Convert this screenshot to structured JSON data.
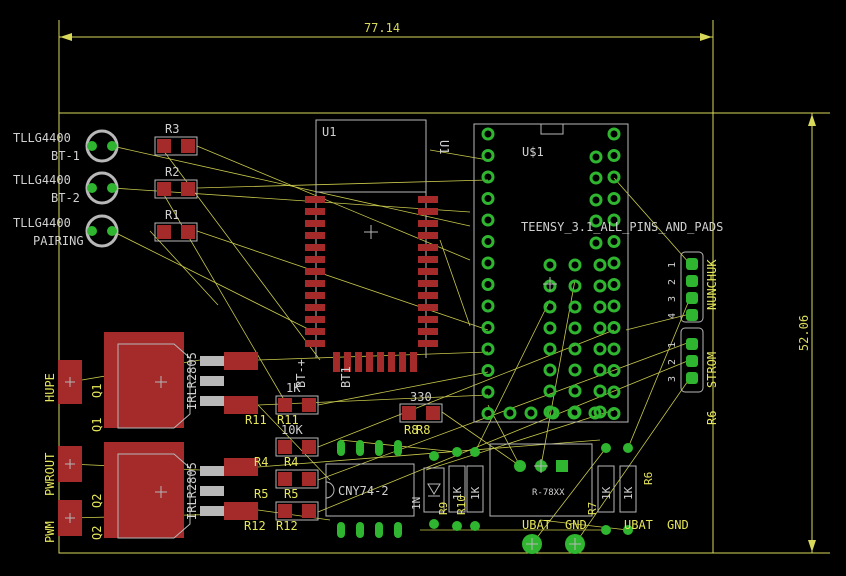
{
  "dimensions": {
    "width_label": "77.14",
    "height_label": "52.06"
  },
  "colors": {
    "background": "#000000",
    "outline": "#d8d85a",
    "airwire": "#c8c84c",
    "pad": "#2fb52f",
    "smd": "#a52a2a",
    "silk": "#b8b8b8",
    "label": "#d0d0d0",
    "name": "#e6e65a"
  },
  "leds": [
    {
      "value": "TLLG4400",
      "name": "BT-1"
    },
    {
      "value": "TLLG4400",
      "name": "BT-2"
    },
    {
      "value": "TLLG4400",
      "name": "PAIRING"
    }
  ],
  "resistors_top": [
    {
      "name": "R3"
    },
    {
      "name": "R2"
    },
    {
      "name": "R1"
    }
  ],
  "u1": {
    "name": "U1",
    "side_label": "U1",
    "bt_label": "BT-+",
    "bt_label2": "BT1"
  },
  "teensy": {
    "name": "U$1",
    "value": "TEENSY_3.1_ALL_PINS_AND_PADS"
  },
  "connectors": [
    {
      "name": "NUNCHUK",
      "pins": [
        "1",
        "2",
        "3",
        "4"
      ]
    },
    {
      "name": "STROM",
      "pins": [
        "1",
        "2",
        "3"
      ]
    }
  ],
  "mosfets": [
    {
      "name": "Q1",
      "value": "IRLR2805"
    },
    {
      "name": "Q2",
      "value": "IRLR2805"
    }
  ],
  "side_labels": {
    "hupe": "HUPE",
    "pwr": "PWROUT",
    "pwm": "PWM",
    "r6": "R6"
  },
  "resistors_mid": {
    "r11": {
      "name": "R11",
      "name2": "R11",
      "value": "1K"
    },
    "r4": {
      "name": "R4",
      "name2": "R4",
      "value": "10K"
    },
    "r5": {
      "name": "R5",
      "name2": "R5"
    },
    "r12": {
      "name": "R12",
      "name2": "R12"
    },
    "r8": {
      "name": "R8",
      "name2": "R8",
      "value": "330"
    }
  },
  "optocoupler": {
    "value": "CNY74-2"
  },
  "small_parts": {
    "diode": "1N",
    "r9": "R9",
    "r10": "R10",
    "r9v": "1K",
    "r10v": "1K",
    "r7": "R7",
    "r6": "R6",
    "r7v": "1K",
    "r6v": "1K"
  },
  "regulator": {
    "value": "R-78XX"
  },
  "power": {
    "left": "UBAT",
    "left_gnd": "GND",
    "right": "UBAT",
    "right_gnd": "GND"
  }
}
